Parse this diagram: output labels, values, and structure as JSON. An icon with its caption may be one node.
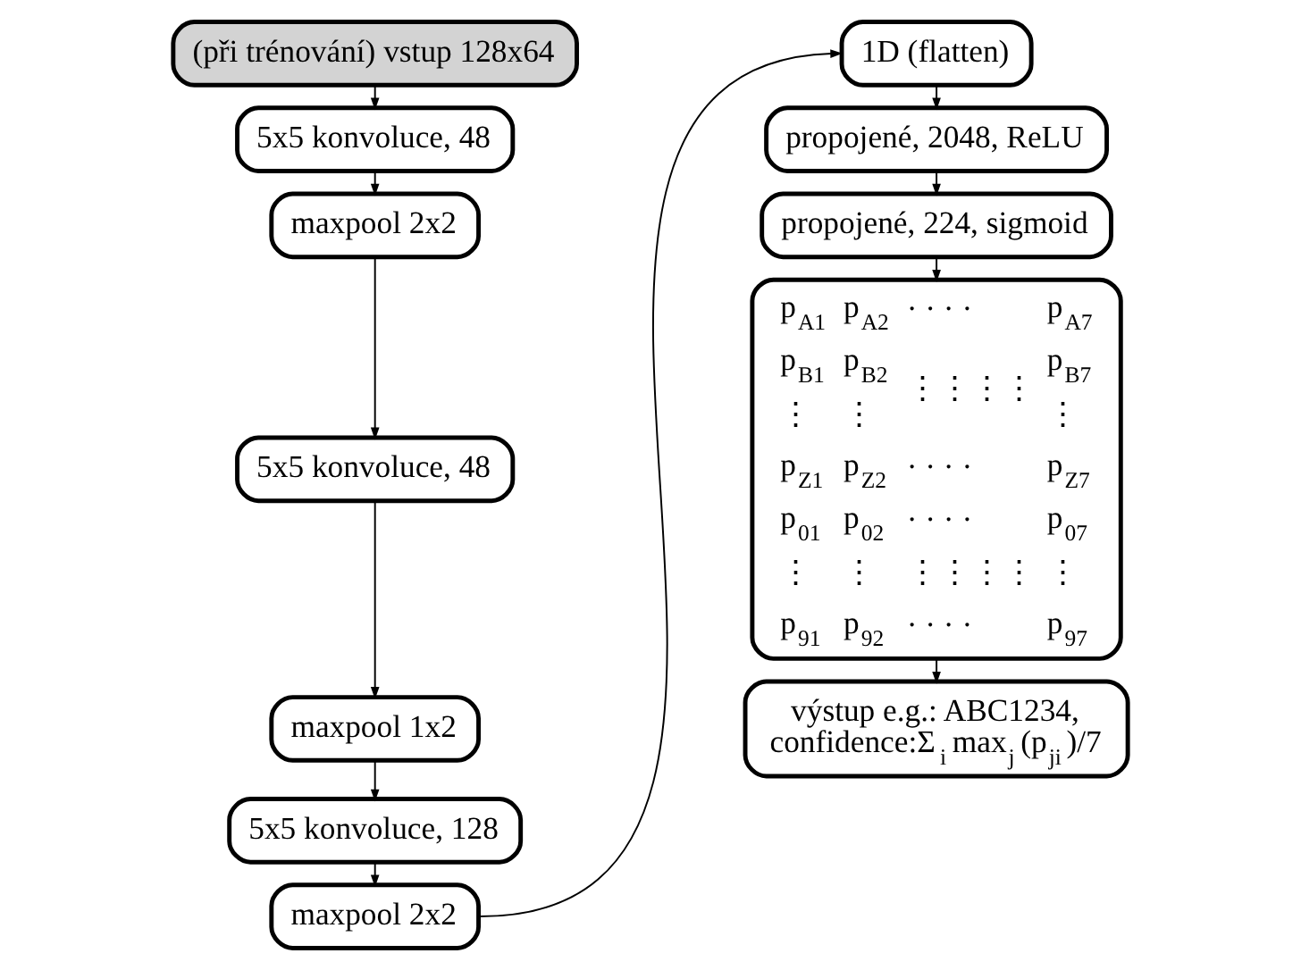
{
  "diagram": {
    "nodes": [
      {
        "text": [
          "(při trénování) vstup 128x64"
        ]
      },
      {
        "text": [
          "5x5 konvoluce, 48"
        ]
      },
      {
        "text": [
          "maxpool 2x2"
        ]
      },
      {
        "text": [
          "5x5 konvoluce, 48"
        ]
      },
      {
        "text": [
          "maxpool 1x2"
        ]
      },
      {
        "text": [
          "5x5 konvoluce, 128"
        ]
      },
      {
        "text": [
          "maxpool 2x2"
        ]
      },
      {
        "text": [
          "1D (flatten)"
        ]
      },
      {
        "text": [
          "propojené, 2048, ReLU"
        ]
      },
      {
        "text": [
          "propojené, 224, sigmoid"
        ]
      },
      {
        "text": [
          "p$_{A1}$",
          "p$_{A2}$",
          "· · · ·",
          "p$_{A7}$",
          "p$_{B1}$",
          "p$_{B2}$",
          "⋮⋮⋮⋮",
          "p$_{B7}$",
          "⋮",
          "⋮",
          "⋮",
          "p$_{Z1}$",
          "p$_{Z2}$",
          "· · · ·",
          "p$_{Z7}$",
          "p$_{01}$",
          "p$_{02}$",
          "· · · ·",
          "p$_{07}$",
          "⋮",
          "⋮",
          "⋮⋮⋮⋮",
          "⋮",
          "p$_{91}$",
          "p$_{92}$",
          "· · · ·",
          "p$_{97}$"
        ]
      },
      {
        "text": [
          "výstup e.g.: ABC1234,",
          "confidence:Σ$_{i}$max$_{j}$(p$_{ji}$)/7"
        ]
      }
    ],
    "edges": [
      {
        "from": 0,
        "to": 1,
        "arrow": "to"
      },
      {
        "from": 1,
        "to": 2,
        "arrow": "to"
      },
      {
        "from": 2,
        "to": 3,
        "arrow": "to"
      },
      {
        "from": 3,
        "to": 4,
        "arrow": "to"
      },
      {
        "from": 4,
        "to": 5,
        "arrow": "to"
      },
      {
        "from": 5,
        "to": 6,
        "arrow": "to"
      },
      {
        "from": 6,
        "to": 7,
        "arrow": "to"
      },
      {
        "from": 7,
        "to": 8,
        "arrow": "to"
      },
      {
        "from": 8,
        "to": 9,
        "arrow": "to"
      },
      {
        "from": 9,
        "to": 10,
        "arrow": "to"
      },
      {
        "from": 10,
        "to": 11,
        "arrow": "to"
      }
    ]
  }
}
